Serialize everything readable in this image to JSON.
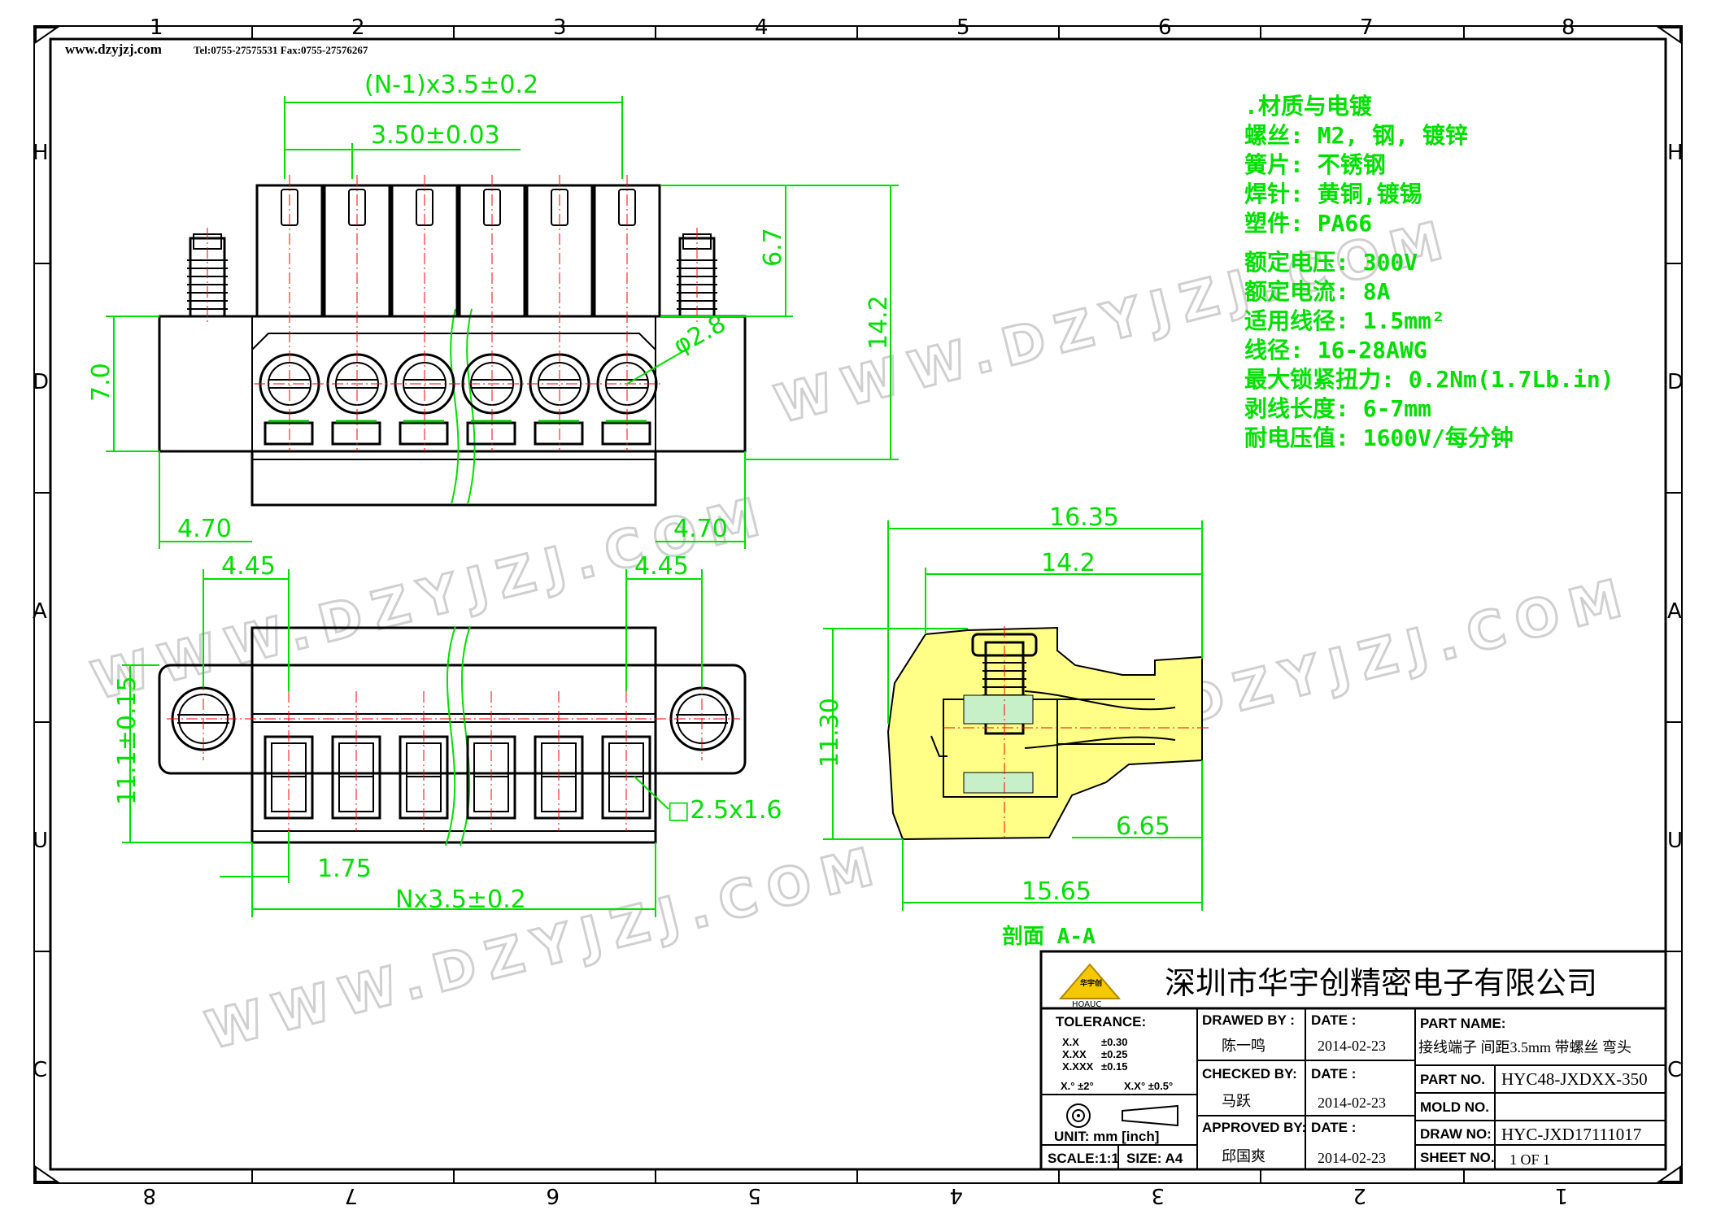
{
  "header": {
    "website": "www.dzyjzj.com",
    "contact": "Tel:0755-27575531  Fax:0755-27576267"
  },
  "grid": {
    "cols_top": [
      "1",
      "2",
      "3",
      "4",
      "5",
      "6",
      "7",
      "8"
    ],
    "cols_bottom": [
      "8",
      "7",
      "6",
      "5",
      "4",
      "3",
      "2",
      "1"
    ],
    "rows_left": [
      "H",
      "D",
      "A",
      "U",
      "C"
    ],
    "rows_right": [
      "H",
      "D",
      "A",
      "U",
      "C"
    ]
  },
  "watermark": "WWW.DZYJZJ.COM",
  "dimensions": {
    "pitch_total": "(N-1)x3.5±0.2",
    "pitch": "3.50±0.03",
    "pin_height": "6.7",
    "body_height": "14.2",
    "front_height": "7.0",
    "hole_dia": "φ2.8",
    "left_offset_top": "4.70",
    "right_offset_top": "4.70",
    "left_offset_bottom": "4.45",
    "right_offset_bottom": "4.45",
    "flange_height": "11.1±0.15",
    "wire_entry": "□2.5x1.6",
    "half_pitch": "1.75",
    "total_width": "Nx3.5±0.2",
    "side_total": "16.35",
    "side_body": "14.2",
    "side_height": "11.30",
    "side_pin": "6.65",
    "side_base": "15.65"
  },
  "section_label": "剖面 A-A",
  "notes": [
    ".材质与电镀",
    "螺丝: M2, 钢, 镀锌",
    "簧片: 不锈钢",
    "焊针: 黄铜,镀锡",
    "塑件: PA66",
    "额定电压: 300V",
    "额定电流: 8A",
    "适用线径: 1.5mm²",
    "线径: 16-28AWG",
    "最大锁紧扭力: 0.2Nm(1.7Lb.in)",
    "剥线长度: 6-7mm",
    "耐电压值: 1600V/每分钟"
  ],
  "title_block": {
    "logo_text": "华宇创",
    "logo_sub": "HOAUC",
    "company": "深圳市华宇创精密电子有限公司",
    "tolerance_label": "TOLERANCE:",
    "tol_rows": [
      [
        "X.X",
        "±0.30"
      ],
      [
        "X.XX",
        "±0.25"
      ],
      [
        "X.XXX",
        "±0.15"
      ]
    ],
    "angle_1": "X.°  ±2°",
    "angle_2": "X.X°  ±0.5°",
    "unit": "UNIT:  mm  [inch]",
    "scale": "SCALE:1:1",
    "size": "SIZE: A4",
    "drawed_by_label": "DRAWED BY :",
    "drawed_by": "陈一鸣",
    "checked_by_label": "CHECKED BY:",
    "checked_by": "马跃",
    "approved_by_label": "APPROVED BY:",
    "approved_by": "邱国爽",
    "date_label": "DATE :",
    "date_1": "2014-02-23",
    "date_2": "2014-02-23",
    "date_3": "2014-02-23",
    "part_name_label": "PART NAME:",
    "part_name": "接线端子 间距3.5mm 带螺丝 弯头",
    "part_no_label": "PART NO.",
    "part_no": "HYC48-JXDXX-350",
    "mold_no_label": "MOLD NO.",
    "mold_no": "",
    "draw_no_label": "DRAW NO:",
    "draw_no": "HYC-JXD17111017",
    "sheet_no_label": "SHEET NO.",
    "sheet_no": "1 OF 1"
  }
}
